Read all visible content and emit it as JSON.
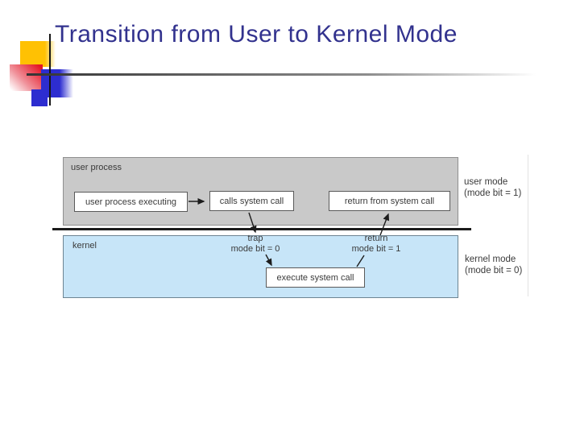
{
  "title": "Transition from User to Kernel Mode",
  "colors": {
    "title_text": "#32328e",
    "user_band_fill": "#c9c9c9",
    "kernel_band_fill": "#c7e5f8",
    "deco_yellow": "#ffc103",
    "deco_red": "#e51626",
    "deco_blue": "#2d2dd0"
  },
  "diagram": {
    "user_band_label": "user process",
    "kernel_band_label": "kernel",
    "boxes": {
      "user_process_executing": "user process executing",
      "calls_system_call": "calls system call",
      "return_from_system_call": "return from system call",
      "execute_system_call": "execute system call"
    },
    "trap": {
      "line1": "trap",
      "line2": "mode bit = 0"
    },
    "return": {
      "line1": "return",
      "line2": "mode bit = 1"
    },
    "user_mode": {
      "line1": "user mode",
      "line2": "(mode bit = 1)"
    },
    "kernel_mode": {
      "line1": "kernel mode",
      "line2": "(mode bit = 0)"
    }
  }
}
